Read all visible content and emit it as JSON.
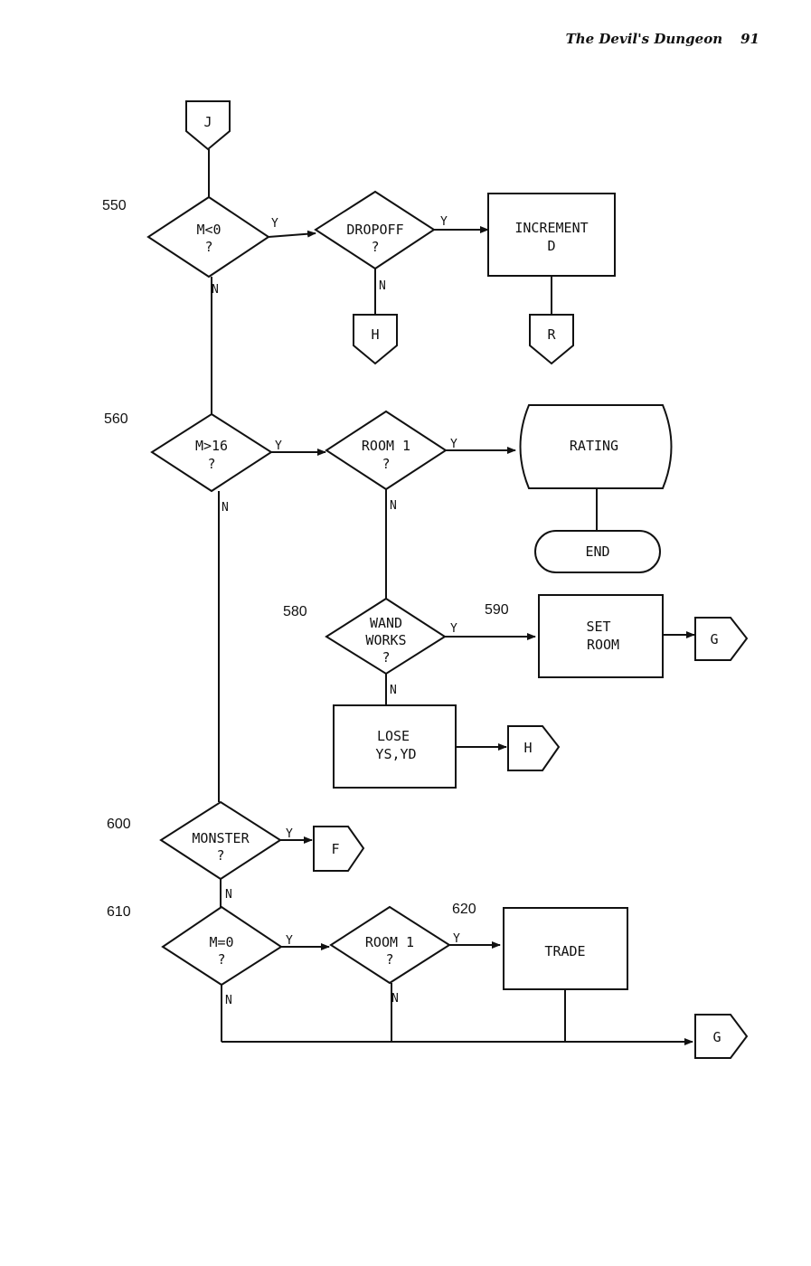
{
  "header": {
    "title": "The Devil's Dungeon",
    "page": "91"
  },
  "steps": {
    "s550": "550",
    "s560": "560",
    "s580": "580",
    "s590": "590",
    "s600": "600",
    "s610": "610",
    "s620": "620"
  },
  "connectors": {
    "j": "J",
    "h1": "H",
    "r": "R",
    "g1": "G",
    "h2": "H",
    "f": "F",
    "g2": "G"
  },
  "decisions": {
    "m_lt0": [
      "M<0",
      "?"
    ],
    "dropoff": [
      "DROPOFF",
      "?"
    ],
    "m_gt16": [
      "M>16",
      "?"
    ],
    "room1a": [
      "ROOM 1",
      "?"
    ],
    "wand": [
      "WAND",
      "WORKS",
      "?"
    ],
    "monster": [
      "MONSTER",
      "?"
    ],
    "m_eq0": [
      "M=0",
      "?"
    ],
    "room1b": [
      "ROOM 1",
      "?"
    ]
  },
  "processes": {
    "increment": [
      "INCREMENT",
      "D"
    ],
    "setroom": [
      "SET",
      "ROOM"
    ],
    "lose": [
      "LOSE",
      "YS,YD"
    ],
    "trade": [
      "TRADE"
    ]
  },
  "display": {
    "rating": "RATING"
  },
  "terminal": {
    "end": "END"
  },
  "branch": {
    "yes": "Y",
    "no": "N"
  }
}
